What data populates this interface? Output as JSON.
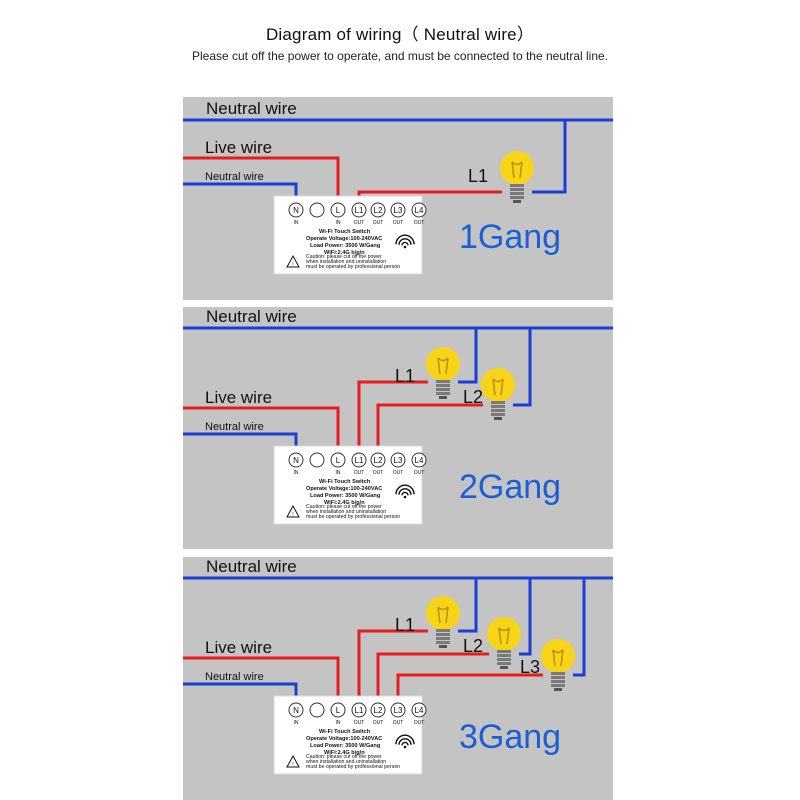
{
  "header": {
    "title": "Diagram of wiring（ Neutral wire）",
    "subtitle": "Please cut off the power to operate, and must be connected to the neutral line."
  },
  "colors": {
    "panel": "#c4c4c4",
    "neutral": "#1a3ed6",
    "live": "#e81c1c",
    "gang_text": "#1a5fd6",
    "bulb": "#f7d417"
  },
  "labels": {
    "neutral_wire": "Neutral wire",
    "live_wire": "Live wire",
    "neutral_small": "Neutral wire"
  },
  "switch": {
    "terminals": [
      "N",
      "",
      "L",
      "L1",
      "L2",
      "L3",
      "L4"
    ],
    "terminal_sub": [
      "IN",
      "",
      "IN",
      "OUT",
      "OUT",
      "OUT",
      "OUT"
    ],
    "title": "Wi-Fi Touch Switch",
    "voltage": "Operate Voltage:100-240VAC",
    "power": "Load Power: 3500 W/Gang",
    "wifi": "WiFi:2.4G b/g/n",
    "caution1": "Caution: please cut off the power",
    "caution2": "when installation and uninstallation",
    "caution3": "must be operated by professional person"
  },
  "sections": [
    {
      "gang_label": "1Gang",
      "loads": [
        "L1"
      ]
    },
    {
      "gang_label": "2Gang",
      "loads": [
        "L1",
        "L2"
      ]
    },
    {
      "gang_label": "3Gang",
      "loads": [
        "L1",
        "L2",
        "L3"
      ]
    }
  ],
  "icons": {
    "bulb": "light-bulb-icon",
    "wifi": "wifi-icon",
    "warning": "warning-icon"
  }
}
